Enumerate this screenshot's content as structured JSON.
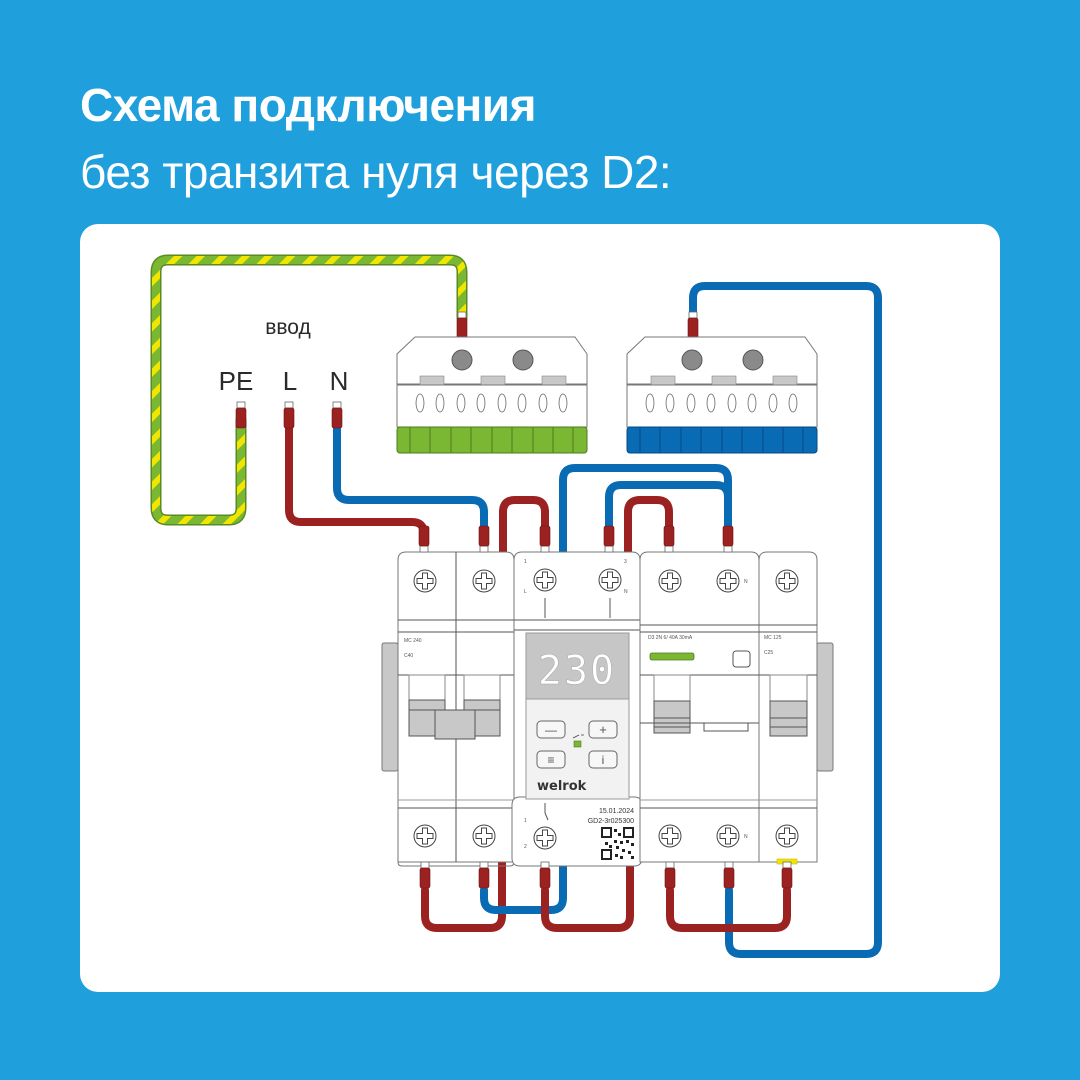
{
  "header": {
    "title_line1": "Схема подключения",
    "title_line2": "без транзита нуля через D2:"
  },
  "diagram": {
    "input_label": "ввод",
    "terminals": {
      "pe": "PE",
      "l": "L",
      "n": "N"
    },
    "display_value": "230",
    "brand": "welrok",
    "date": "15.01.2024",
    "serial": "GD2-3r025300",
    "breaker_left": {
      "model": "MC 240",
      "rating": "C40"
    },
    "rcd": {
      "model": "D3 2N 6/ 40A 30mA"
    },
    "breaker_right": {
      "model": "MC 125",
      "rating": "C25"
    },
    "relay_terminal_labels": {
      "top_left": "1",
      "top_right": "3",
      "l": "L",
      "n": "N",
      "bottom_1": "1",
      "bottom_2": "2"
    },
    "buttons": {
      "minus": "—",
      "plus": "+",
      "menu": "≡",
      "info": "i"
    }
  },
  "colors": {
    "background": "#1f9fdc",
    "phase_wire": "#9c2121",
    "neutral_wire": "#0a6bb5",
    "pe_green": "#7ab733",
    "pe_yellow": "#f2e600",
    "terminal_block_green": "#7ab733",
    "terminal_block_blue": "#0a6bb5",
    "display_bg": "#c6c6c6",
    "led_green": "#7ab733"
  }
}
